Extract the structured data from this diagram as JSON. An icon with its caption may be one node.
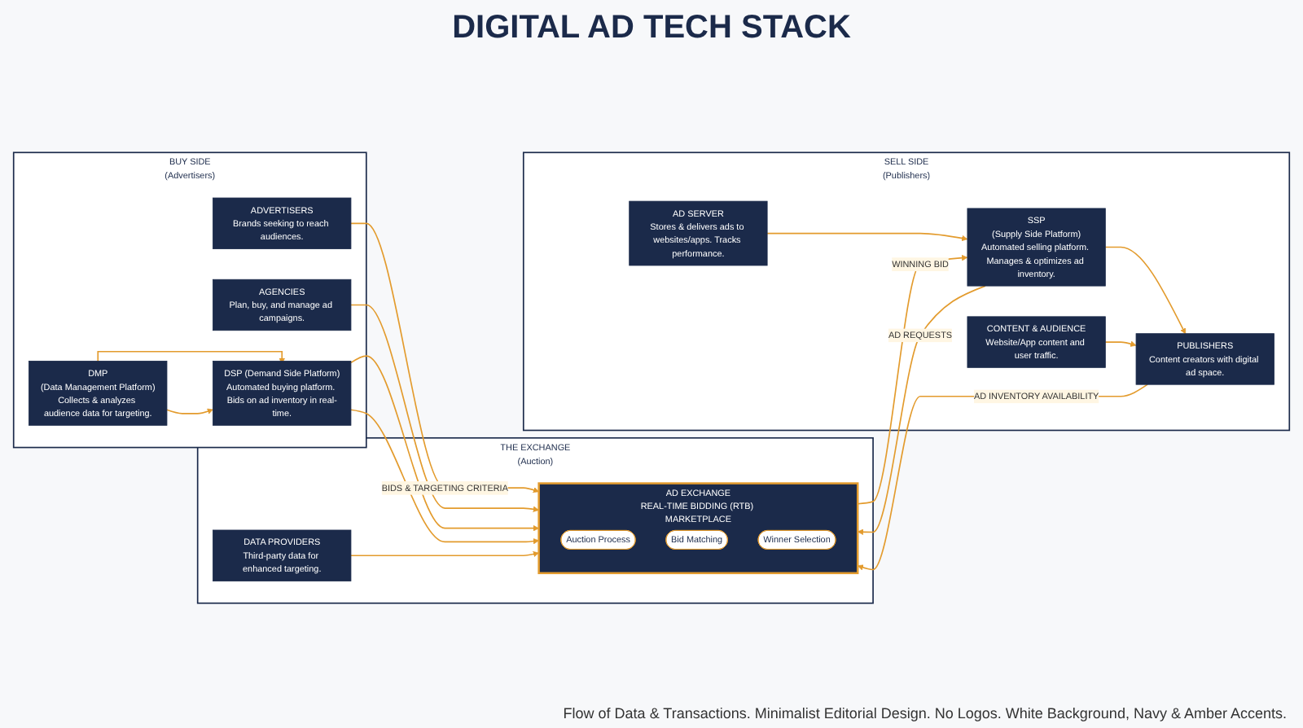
{
  "diagram": {
    "title": "DIGITAL AD TECH STACK",
    "caption": "Flow of Data & Transactions. Minimalist Editorial Design. No Logos. White Background, Navy & Amber Accents.",
    "nodes": [
      {
        "text": [
          "BUY SIDE",
          "(Advertisers)"
        ]
      },
      {
        "text": [
          "ADVERTISERS",
          "Brands seeking to reach audiences."
        ],
        "in": 0
      },
      {
        "text": [
          "AGENCIES",
          "Plan, buy, and manage ad campaigns."
        ],
        "in": 0
      },
      {
        "text": [
          "DSP (Demand Side Platform)",
          "Automated buying platform. Bids on ad inventory in real-time."
        ],
        "in": 0
      },
      {
        "text": [
          "DMP",
          "(Data Management Platform)",
          "Collects & analyzes audience data for targeting."
        ],
        "in": 0
      },
      {
        "text": [
          "THE EXCHANGE",
          "(Auction)"
        ]
      },
      {
        "text": [
          "AD EXCHANGE",
          "REAL-TIME BIDDING (RTB) MARKETPLACE"
        ],
        "in": 5
      },
      {
        "text": [
          "Auction Process"
        ],
        "in": 6
      },
      {
        "text": [
          "Bid Matching"
        ],
        "in": 6
      },
      {
        "text": [
          "Winner Selection"
        ],
        "in": 6
      },
      {
        "text": [
          "DATA PROVIDERS",
          "Third-party data for enhanced targeting."
        ],
        "in": 5
      },
      {
        "text": [
          "SELL SIDE",
          "(Publishers)"
        ]
      },
      {
        "text": [
          "PUBLISHERS",
          "Content creators with digital ad space."
        ],
        "in": 11
      },
      {
        "text": [
          "SSP",
          "(Supply Side Platform)",
          "Automated selling platform. Manages & optimizes ad inventory."
        ],
        "in": 11
      },
      {
        "text": [
          "AD SERVER",
          "Stores & delivers ads to websites/apps. Tracks performance."
        ],
        "in": 11
      },
      {
        "text": [
          "CONTENT & AUDIENCE",
          "Website/App content and user traffic."
        ],
        "in": 11
      }
    ],
    "edges": [
      {
        "from": 1,
        "to": 6,
        "arrow": "to",
        "label": "BIDS & TARGETING CRITERIA"
      },
      {
        "from": 2,
        "to": 6,
        "arrow": "to"
      },
      {
        "from": 3,
        "to": 6,
        "arrow": "to"
      },
      {
        "from": 3,
        "to": 6,
        "arrow": "to"
      },
      {
        "from": 4,
        "to": 3,
        "arrow": "to"
      },
      {
        "from": 4,
        "to": 3,
        "arrow": "to"
      },
      {
        "from": 10,
        "to": 6,
        "arrow": "to"
      },
      {
        "from": 12,
        "to": 6,
        "arrow": "to",
        "label": "AD INVENTORY AVAILABILITY"
      },
      {
        "from": 6,
        "to": 13,
        "arrow": "to",
        "label": "WINNING BID"
      },
      {
        "from": 13,
        "to": 6,
        "arrow": "to",
        "label": "AD REQUESTS"
      },
      {
        "from": 13,
        "to": 12,
        "arrow": "to"
      },
      {
        "from": 14,
        "to": 13,
        "arrow": "to"
      },
      {
        "from": 15,
        "to": 12,
        "arrow": "to"
      }
    ]
  }
}
